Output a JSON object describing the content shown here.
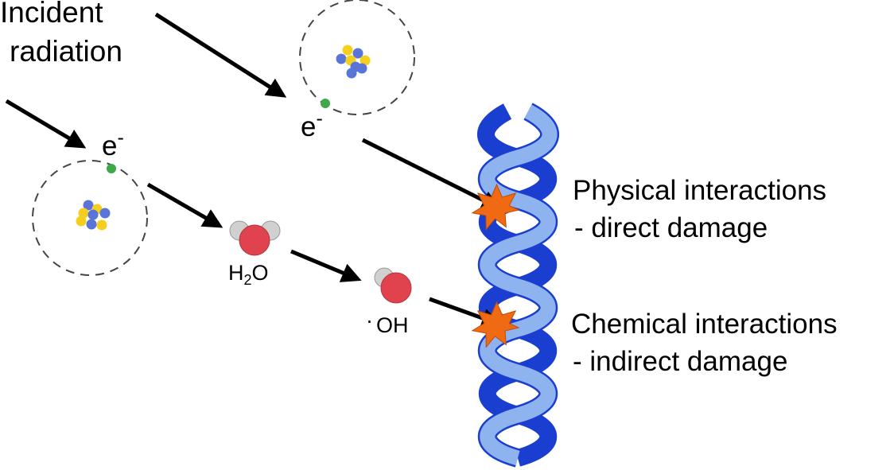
{
  "labels": {
    "incident_line1": "Incident",
    "incident_line2": "radiation",
    "electron_left": "e",
    "electron_left_sup": "-",
    "electron_right": "e",
    "electron_right_sup": "-",
    "water_main": "H",
    "water_sub": "2",
    "water_end": "O",
    "hydroxyl_dot": "·",
    "hydroxyl": "OH",
    "physical_line1": "Physical interactions",
    "physical_line2": "- direct damage",
    "chemical_line1": "Chemical interactions",
    "chemical_line2": "- indirect damage"
  },
  "colors": {
    "helix_dark": "#1a3fd0",
    "helix_light": "#8fb3ef",
    "proton": "#f5cf1e",
    "neutron": "#5b74d8",
    "electron": "#3fa84a",
    "oxygen": "#e0434e",
    "hydrogen": "#cfcfcf",
    "damage_star": "#f06a14"
  },
  "icons": [
    "atom-icon",
    "electron-dot-icon",
    "water-molecule-icon",
    "hydroxyl-radical-icon",
    "damage-star-icon",
    "dna-helix-icon",
    "arrow-icon"
  ]
}
